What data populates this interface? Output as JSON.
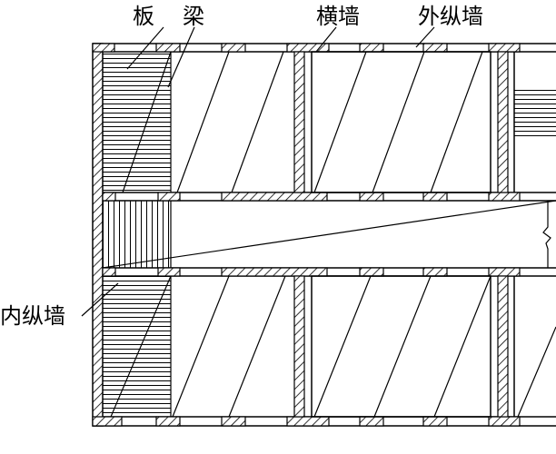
{
  "labels": {
    "slab": "板",
    "beam": "梁",
    "cross_wall": "横墙",
    "outer_longitudinal_wall": "外纵墙",
    "inner_longitudinal_wall": "内纵墙"
  },
  "colors": {
    "line": "#000000",
    "background": "#ffffff"
  }
}
